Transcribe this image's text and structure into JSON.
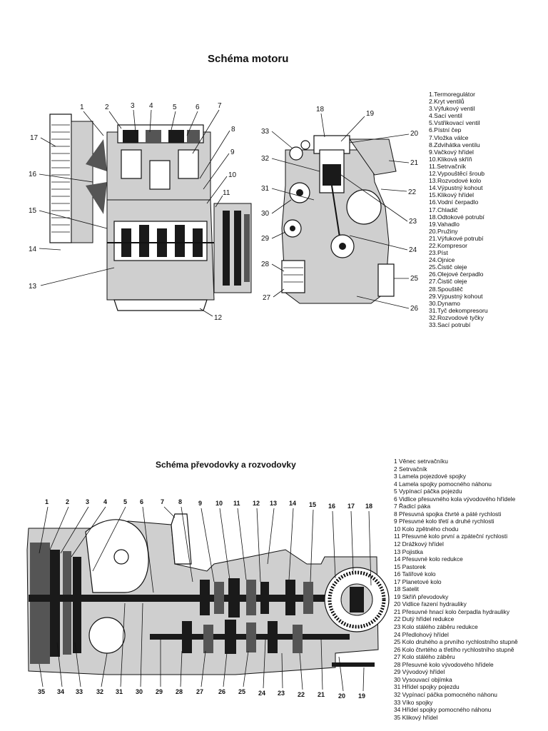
{
  "engine": {
    "title": "Schéma motoru",
    "legend": [
      "1.Termoregulátor",
      "2.Kryt ventilů",
      "3.Výfukový ventil",
      "4.Sací ventil",
      "5.Vstřikovací ventil",
      "6.Pístní čep",
      "7.Vložka válce",
      "8.Zdvihátka ventilu",
      "9.Vačkový hřídel",
      "10.Kliková skříň",
      "11.Setrvačník",
      "12.Vypouštěcí šroub",
      "13.Rozvodové kolo",
      "14.Výpustný kohout",
      "15.Klikový hřídel",
      "16.Vodní čerpadlo",
      "17.Chladič",
      "18.Odtokové potrubí",
      "19.Vahadlo",
      "20.Pružiny",
      "21.Výfukové potrubí",
      "22.Kompresor",
      "23.Píst",
      "24.Ojnice",
      "25.Čistič oleje",
      "26.Olejové čerpadlo",
      "27.Čistič oleje",
      "28.Spouštěč",
      "29.Výpustný kohout",
      "30.Dynamo",
      "31.Tyč dekompresoru",
      "32.Rozvodové tyčky",
      "33.Sací potrubí"
    ],
    "callouts_left": [
      "1",
      "2",
      "3",
      "4",
      "5",
      "6",
      "7",
      "8",
      "9",
      "10",
      "11",
      "12",
      "13",
      "14",
      "15",
      "16",
      "17"
    ],
    "callouts_right": [
      "18",
      "19",
      "20",
      "21",
      "22",
      "23",
      "24",
      "25",
      "26",
      "27",
      "28",
      "29",
      "30",
      "31",
      "32",
      "33"
    ]
  },
  "gearbox": {
    "title": "Schéma převodovky a rozvodovky",
    "legend": [
      "1  Věnec setrvačníku",
      "2  Setrvačník",
      "3  Lamela pojezdové spojky",
      "4  Lamela   spojky   pomocného   náhonu",
      "5  Vypínací  páčka  pojezdu",
      "6  Vidlice přesuvného kola vývodového hřídele",
      "7  Řadicí páka",
      "8  Přesuvná  spojka čtvrté a  páté rychlosti",
      "9  Přesuvné kolo třetí a druhé rychlosti",
      "10 Kolo zpětného chodu",
      "11 Přesuvné  kolo první a  zpáteční   rychlosti",
      "12  Drážkový hřídel",
      "13  Pojistka",
      "14  Přesuvné kolo redukce",
      "15  Pastorek",
      "16  Talířové kolo",
      "17  Planetové kolo",
      "18  Satelit",
      "19  Skříň převodovky",
      "20  Vidlice řazení hydrauliky",
      "21   Přesuvné  hnací kolo  čerpadla hydrauliky",
      "22  Dutý  hřídel   redukce",
      "23  Kolo stálého záběru redukce",
      "24  Předlohový hřídel",
      "25  Kolo druhého a prvního rychlostního stupně",
      "26  Kolo  čtvrtého a  třetího  rychlostního stupně",
      "27  Kolo stálého záběru",
      "28  Přesuvné kolo vývodového hřídele",
      "29  Vývodový hřídel",
      "30  Vysouvací objímka",
      "31   Hřídel spojky pojezdu",
      "32  Vypínací páčka  pomocného náhonu",
      "33  Víko spojky",
      "34  Hřídel spojky pomocného náhonu",
      "35  Klikový hřídel"
    ],
    "callouts_top": [
      "1",
      "2",
      "3",
      "4",
      "5",
      "6",
      "7",
      "8",
      "9",
      "10",
      "11",
      "12",
      "13",
      "14",
      "15",
      "16",
      "17",
      "18"
    ],
    "callouts_bottom": [
      "35",
      "34",
      "33",
      "32",
      "31",
      "30",
      "29",
      "28",
      "27",
      "26",
      "25",
      "24",
      "23",
      "22",
      "21",
      "20",
      "19"
    ]
  }
}
